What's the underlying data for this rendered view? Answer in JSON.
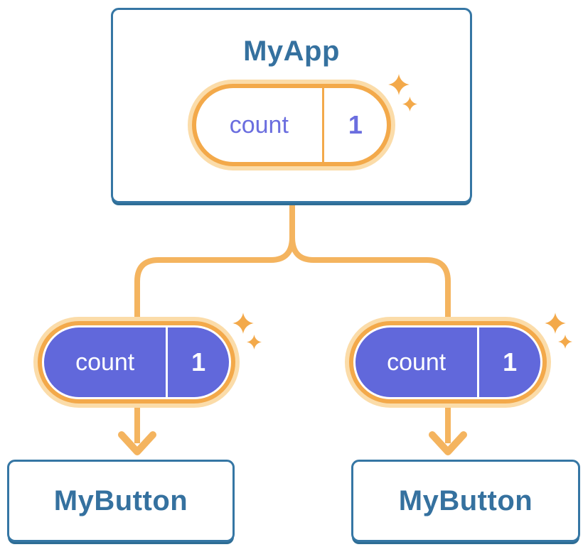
{
  "diagram_title": "react-state-tree",
  "tree": {
    "root": {
      "label": "MyApp",
      "state": {
        "name": "count",
        "value": "1",
        "style": "outline-pill"
      }
    },
    "children": [
      {
        "label": "MyButton",
        "state": {
          "name": "count",
          "value": "1",
          "style": "filled-pill"
        }
      },
      {
        "label": "MyButton",
        "state": {
          "name": "count",
          "value": "1",
          "style": "filled-pill"
        }
      }
    ]
  },
  "icons": {
    "sparkle": "sparkle-icon"
  },
  "colors": {
    "card_border": "#3576A4",
    "card_shadow": "#2E6D95",
    "title_text": "#35719F",
    "pill_ring": "#F3A94A",
    "pill_glow": "#FBDCA9",
    "pill_fill": "#6168DB",
    "pill_text_purple": "#6B6EDF",
    "pill_text_white": "#FFFFFF",
    "connector": "#F4B45F",
    "sparkle": "#F3A94A",
    "bg": "#FFFFFF"
  }
}
